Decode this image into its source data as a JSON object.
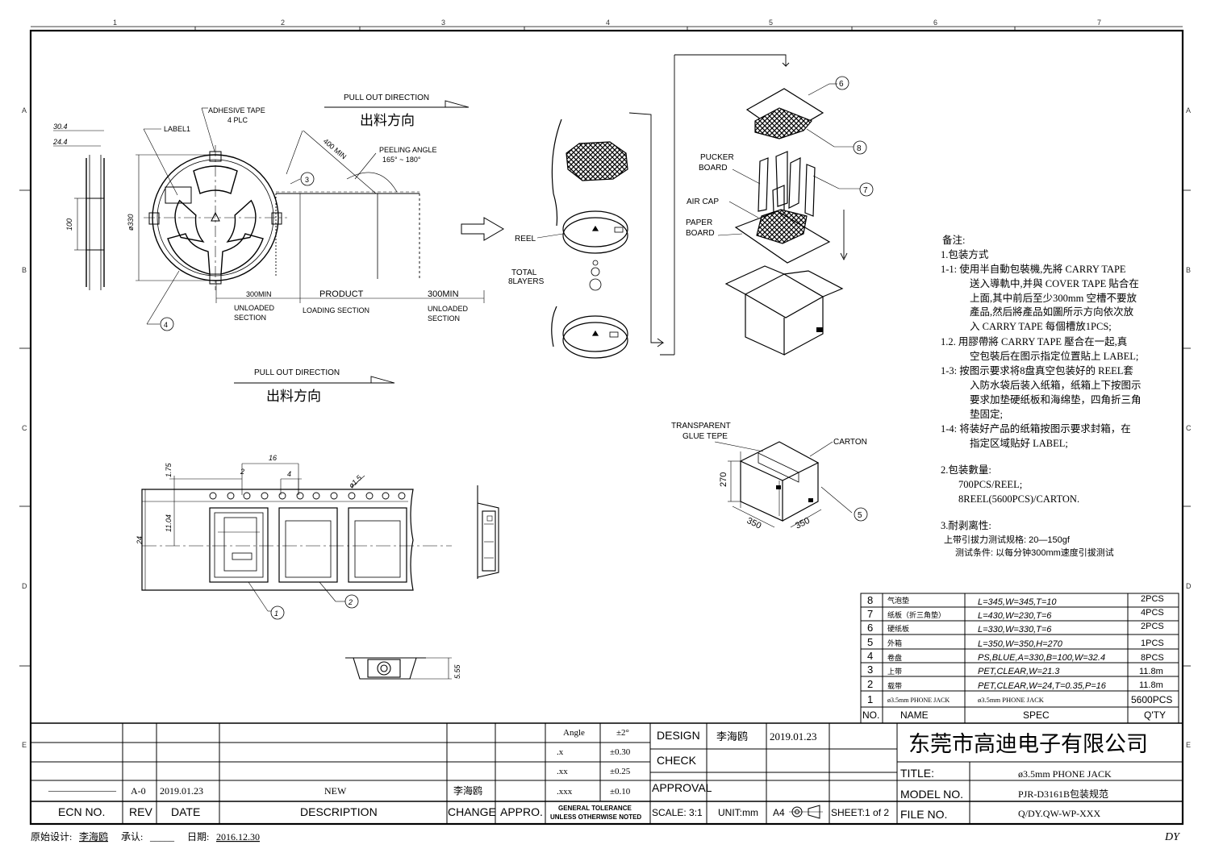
{
  "grid": {
    "cols": [
      "1",
      "2",
      "3",
      "4",
      "5",
      "6",
      "7"
    ],
    "rows": [
      "A",
      "B",
      "C",
      "D",
      "E"
    ]
  },
  "reel": {
    "dim_30_4": "30.4",
    "dim_24_4": "24.4",
    "dim_100": "100",
    "dim_330": "ø330",
    "label1": "LABEL1",
    "adhesive_tape": "ADHESIVE TAPE",
    "adhesive_tape_qty": "4 PLC",
    "pull_out_en": "PULL OUT DIRECTION",
    "pull_out_cn": "出料方向",
    "dim_400": "400 MIN",
    "peeling_angle": "PEELING ANGLE",
    "peeling_range": "165° ~ 180°",
    "min_300_left": "300MIN",
    "product": "PRODUCT",
    "min_300_right": "300MIN",
    "unloaded_1": "UNLOADED",
    "section_1": "SECTION",
    "loading_section": "LOADING SECTION",
    "unloaded_2": "UNLOADED",
    "section_2": "SECTION",
    "callout_3": "3",
    "callout_4": "4"
  },
  "pull_out_2": {
    "en": "PULL OUT DIRECTION",
    "cn": "出料方向"
  },
  "stack": {
    "reel": "REEL",
    "total": "TOTAL",
    "layers": "8LAYERS"
  },
  "box": {
    "pucker_1": "PUCKER",
    "pucker_2": "BOARD",
    "air_cap": "AIR CAP",
    "paper_1": "PAPER",
    "paper_2": "BOARD",
    "c6": "6",
    "c7": "7",
    "c8": "8"
  },
  "carton": {
    "transparent": "TRANSPARENT",
    "glue": "GLUE TEPE",
    "label": "CARTON",
    "h": "270",
    "w1": "350",
    "w2": "350",
    "c5": "5"
  },
  "tape": {
    "dim_16": "16",
    "dim_2": "2",
    "dim_4": "4",
    "dim_15": "ø1.5",
    "dim_175": "1.75",
    "dim_1104": "11.04",
    "dim_24": "24",
    "dim_555": "5.55",
    "c1": "1",
    "c2": "2"
  },
  "notes": {
    "title": "备注:",
    "s1": "1.包装方式",
    "n11_a": "1-1: 使用半自動包裝機,先將 CARRY TAPE",
    "n11_b": "送入導軌中,并與 COVER TAPE 貼合在",
    "n11_c": "上面,其中前后至少300mm 空槽不要放",
    "n11_d": "產品,然后將產品如圖所示方向依次放",
    "n11_e": "入 CARRY TAPE 每個槽放1PCS;",
    "n12_a": "1.2. 用膠帶將 CARRY TAPE 壓合在一起,真",
    "n12_b": "空包裝后在图示指定位置貼上 LABEL;",
    "n13_a": "1-3: 按图示要求将8盘真空包装好的 REEL套",
    "n13_b": "入防水袋后装入纸箱，纸箱上下按图示",
    "n13_c": "要求加垫硬纸板和海绵垫，四角折三角",
    "n13_d": "垫固定;",
    "n14_a": "1-4: 将装好产品的纸箱按图示要求封箱，在",
    "n14_b": "指定区域贴好 LABEL;",
    "s2": "2.包装數量:",
    "q1": "700PCS/REEL;",
    "q2": "8REEL(5600PCS)/CARTON.",
    "s3": "3.耐剥离性:",
    "p1": "上带引拔力测试规格: 20—150gf",
    "p2": "测试条件: 以每分钟300mm速度引拔测试"
  },
  "bom": {
    "headers": [
      "NO.",
      "NAME",
      "SPEC",
      "Q'TY"
    ],
    "rows": [
      [
        "8",
        "气泡垫",
        "L=345,W=345,T=10",
        "2PCS"
      ],
      [
        "7",
        "纸板（折三角垫）",
        "L=430,W=230,T=6",
        "4PCS"
      ],
      [
        "6",
        "硬纸板",
        "L=330,W=330,T=6",
        "2PCS"
      ],
      [
        "5",
        "外箱",
        "L=350,W=350,H=270",
        "1PCS"
      ],
      [
        "4",
        "卷盘",
        "PS,BLUE,A=330,B=100,W=32.4",
        "8PCS"
      ],
      [
        "3",
        "上带",
        "PET,CLEAR,W=21.3",
        "11.8m"
      ],
      [
        "2",
        "载带",
        "PET,CLEAR,W=24,T=0.35,P=16",
        "11.8m"
      ],
      [
        "1",
        "ø3.5mm PHONE JACK",
        "ø3.5mm PHONE JACK",
        "5600PCS"
      ]
    ]
  },
  "title_block": {
    "rev_row": {
      "ecn": "———————",
      "rev": "A-0",
      "date": "2019.01.23",
      "desc": "NEW",
      "change": "李海鸥"
    },
    "hdr": {
      "ecn": "ECN NO.",
      "rev": "REV",
      "date": "DATE",
      "desc": "DESCRIPTION",
      "change": "CHANGE",
      "appro": "APPRO."
    },
    "tol": {
      "angle": "Angle",
      "angle_v": "±2°",
      "x1": ".x",
      "x1_v": "±0.30",
      "x2": ".xx",
      "x2_v": "±0.25",
      "x3": ".xxx",
      "x3_v": "±0.10",
      "general": "GENERAL TOLERANCE",
      "unless": "UNLESS OTHERWISE NOTED"
    },
    "design": "DESIGN",
    "designer": "李海鸥",
    "design_date": "2019.01.23",
    "check": "CHECK",
    "approval": "APPROVAL",
    "scale": "SCALE: 3:1",
    "unit": "UNIT:mm",
    "a4": "A4",
    "sheet": "SHEET:1 of 2",
    "company": "东莞市高迪电子有限公司",
    "title_l": "TITLE:",
    "title_v": "ø3.5mm PHONE JACK",
    "model_l": "MODEL NO.",
    "model_v": "PJR-D3161B包装规范",
    "file_l": "FILE NO.",
    "file_v": "Q/DY.QW-WP-XXX"
  },
  "footer": {
    "orig_l": "原始设计:",
    "orig_v": "李海鸥",
    "appr_l": "承认:",
    "appr_v": "_____",
    "date_l": "日期:",
    "date_v": "2016.12.30",
    "dy": "DY"
  }
}
